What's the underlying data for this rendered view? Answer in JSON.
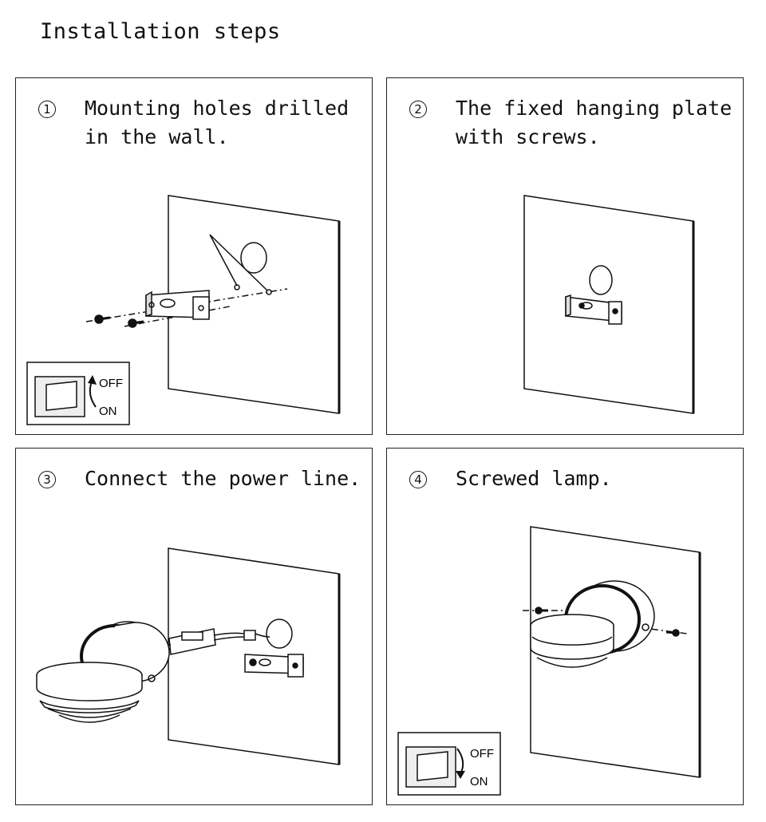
{
  "title": "Installation steps",
  "steps": [
    {
      "number": "1",
      "caption": "Mounting holes drilled\nin the wall."
    },
    {
      "number": "2",
      "caption": "The fixed hanging plate\nwith screws."
    },
    {
      "number": "3",
      "caption": "Connect the power line."
    },
    {
      "number": "4",
      "caption": "Screwed lamp."
    }
  ],
  "switch": {
    "off_label": "OFF",
    "on_label": "ON"
  }
}
